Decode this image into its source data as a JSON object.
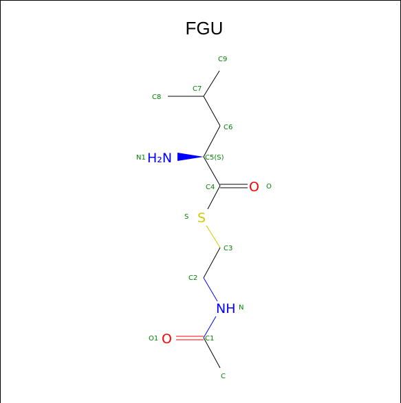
{
  "title": "FGU",
  "colors": {
    "bond": "#000000",
    "label": "#008000",
    "nitrogen": "#0000ff",
    "oxygen": "#ff0000",
    "sulfur": "#cccc00"
  },
  "atom_labels": {
    "c9": "C9",
    "c8": "C8",
    "c7": "C7",
    "c6": "C6",
    "n1": "N1",
    "c5": "C5(S)",
    "c4": "C4",
    "o": "O",
    "s": "S",
    "c3": "C3",
    "c2": "C2",
    "n": "N",
    "o1": "O1",
    "c1": "C1",
    "c": "C"
  },
  "element_symbols": {
    "amine": "H₂N",
    "carbonyl_o": "O",
    "sulfur": "S",
    "amide_n": "NH",
    "amide_o": "O"
  }
}
